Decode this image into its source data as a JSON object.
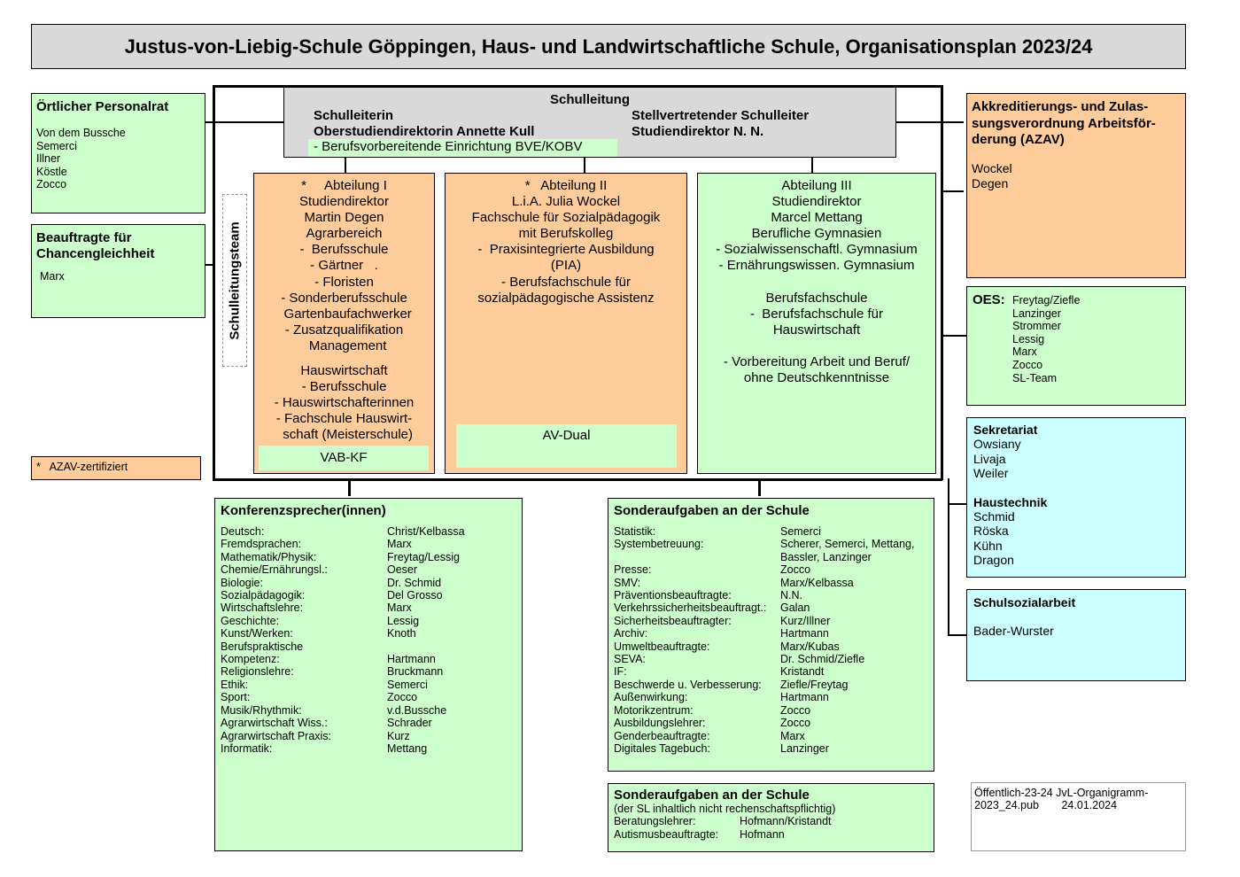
{
  "title": "Justus-von-Liebig-Schule Göppingen, Haus- und Landwirtschaftliche Schule, Organisationsplan 2023/24",
  "personalrat": {
    "heading": "Örtlicher Personalrat",
    "members": [
      "Von dem Bussche",
      "Semerci",
      "Illner",
      "Köstle",
      "Zocco"
    ]
  },
  "chancengleichheit": {
    "heading": [
      "Beauftragte für",
      "Chancengleichheit"
    ],
    "members": [
      "Marx"
    ]
  },
  "azav_note": "*   AZAV-zertifiziert",
  "schulleitungsteam": "Schulleitungsteam",
  "schulleitung": {
    "heading": "Schulleitung",
    "left": [
      "Schulleiterin",
      "Oberstudiendirektorin Annette Kull"
    ],
    "right": [
      "Stellvertretender Schulleiter",
      "Studiendirektor N. N."
    ],
    "bve": "- Berufsvorbereitende Einrichtung BVE/KOBV"
  },
  "abteilung1": {
    "lines": [
      "*     Abteilung I",
      "Studiendirektor",
      "Martin Degen",
      "Agrarbereich",
      "-  Berufsschule",
      "- Gärtner   .",
      "- Floristen",
      "- Sonderberufsschule",
      "  Gartenbaufachwerker",
      "- Zusatzqualifikation",
      "  Management"
    ],
    "lines2": [
      "Hauswirtschaft",
      "- Berufsschule",
      "- Hauswirtschafterinnen",
      "- Fachschule Hauswirt-",
      "  schaft (Meisterschule)"
    ],
    "sub": "VAB-KF"
  },
  "abteilung2": {
    "lines": [
      "*   Abteilung II",
      "L.i.A. Julia Wockel",
      "Fachschule für Sozialpädagogik",
      "mit Berufskolleg",
      "-  Praxisintegrierte Ausbildung",
      "(PIA)",
      "- Berufsfachschule für",
      "sozialpädagogische Assistenz"
    ],
    "sub": "AV-Dual"
  },
  "abteilung3": {
    "lines": [
      "Abteilung III",
      "Studiendirektor",
      "Marcel Mettang",
      "Berufliche Gymnasien",
      "- Sozialwissenschaftl. Gymnasium",
      "- Ernährungswissen. Gymnasium"
    ],
    "lines2": [
      "Berufsfachschule",
      "-  Berufsfachschule für",
      "Hauswirtschaft"
    ],
    "lines3": [
      "- Vorbereitung Arbeit und Beruf/",
      "ohne Deutschkenntnisse"
    ]
  },
  "azav": {
    "heading": [
      "Akkreditierungs- und Zulas-",
      "sungsverordnung Arbeitsför-",
      "derung (AZAV)"
    ],
    "members": [
      "Wockel",
      "Degen"
    ]
  },
  "oes": {
    "label": "OES:",
    "members": [
      "Freytag/Ziefle",
      "Lanzinger",
      "Strommer",
      "Lessig",
      "Marx",
      "Zocco",
      "SL-Team"
    ]
  },
  "sekretariat": {
    "heading": "Sekretariat",
    "members": [
      "Owsiany",
      "Livaja",
      "Weiler"
    ],
    "heading2": "Haustechnik",
    "members2": [
      "Schmid",
      "Röska",
      "Kühn",
      "Dragon"
    ]
  },
  "schulsozialarbeit": {
    "heading": "Schulsozialarbeit",
    "members": [
      "Bader-Wurster"
    ]
  },
  "konferenz": {
    "heading": "Konferenzsprecher(innen)",
    "rows": [
      [
        "Deutsch:",
        "Christ/Kelbassa"
      ],
      [
        "Fremdsprachen:",
        "Marx"
      ],
      [
        "Mathematik/Physik:",
        "Freytag/Lessig"
      ],
      [
        "Chemie/Ernährungsl.:",
        "Oeser"
      ],
      [
        "Biologie:",
        "Dr. Schmid"
      ],
      [
        "Sozialpädagogik:",
        "Del Grosso"
      ],
      [
        "Wirtschaftslehre:",
        "Marx"
      ],
      [
        "Geschichte:",
        "Lessig"
      ],
      [
        "Kunst/Werken:",
        "Knoth"
      ],
      [
        "Berufspraktische",
        ""
      ],
      [
        "Kompetenz:",
        "Hartmann"
      ],
      [
        "Religionslehre:",
        "Bruckmann"
      ],
      [
        "Ethik:",
        "Semerci"
      ],
      [
        "Sport:",
        "Zocco"
      ],
      [
        "Musik/Rhythmik:",
        "v.d.Bussche"
      ],
      [
        "Agrarwirtschaft Wiss.:",
        "Schrader"
      ],
      [
        "Agrarwirtschaft Praxis:",
        "Kurz"
      ],
      [
        "Informatik:",
        "Mettang"
      ]
    ]
  },
  "sonder1": {
    "heading": "Sonderaufgaben an der Schule",
    "rows": [
      [
        "Statistik:",
        "Semerci"
      ],
      [
        "Systembetreuung:",
        "Scherer, Semerci, Mettang,"
      ],
      [
        "",
        "Bassler, Lanzinger"
      ],
      [
        "Presse:",
        "Zocco"
      ],
      [
        "SMV:",
        "Marx/Kelbassa"
      ],
      [
        "Präventionsbeauftragte:",
        "N.N."
      ],
      [
        "Verkehrssicherheitsbeauftragt.:",
        "Galan"
      ],
      [
        "Sicherheitsbeauftragter:",
        "Kurz/Illner"
      ],
      [
        "Archiv:",
        "Hartmann"
      ],
      [
        "Umweltbeauftragte:",
        "Marx/Kubas"
      ],
      [
        "SEVA:",
        "Dr. Schmid/Ziefle"
      ],
      [
        "IF:",
        "Kristandt"
      ],
      [
        "Beschwerde u. Verbesserung:",
        "Ziefle/Freytag"
      ],
      [
        "Außenwirkung:",
        "Hartmann"
      ],
      [
        "Motorikzentrum:",
        "Zocco"
      ],
      [
        "Ausbildungslehrer:",
        "Zocco"
      ],
      [
        "Genderbeauftragte:",
        "Marx"
      ],
      [
        "Digitales Tagebuch:",
        "Lanzinger"
      ]
    ]
  },
  "sonder2": {
    "heading": "Sonderaufgaben an der Schule",
    "subheading": "(der SL inhaltlich nicht rechenschaftspflichtig)",
    "rows": [
      [
        "Beratungslehrer:",
        "Hofmann/Kristandt"
      ],
      [
        "Autismusbeauftragte:",
        "Hofmann"
      ]
    ]
  },
  "footer": {
    "line1": "Öffentlich-23-24 JvL-Organigramm-",
    "line2a": "2023_24.pub",
    "line2b": "24.01.2024"
  }
}
